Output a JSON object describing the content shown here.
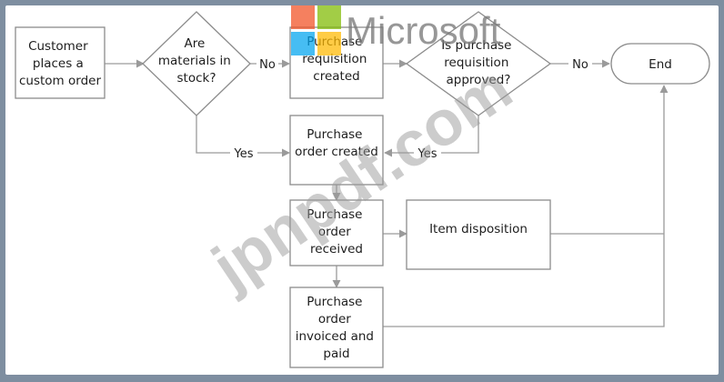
{
  "diagram": {
    "nodes": {
      "customer_order": [
        "Customer",
        "places a",
        "custom order"
      ],
      "materials_in_stock": [
        "Are",
        "materials in",
        "stock?"
      ],
      "purchase_requisition": [
        "Purchase",
        "requisition",
        "created"
      ],
      "requisition_approved": [
        "Is purchase",
        "requisition",
        "approved?"
      ],
      "end": [
        "End"
      ],
      "purchase_order_created": [
        "Purchase",
        "order created"
      ],
      "purchase_order_received": [
        "Purchase",
        "order",
        "received"
      ],
      "item_disposition": [
        "Item disposition"
      ],
      "invoiced_and_paid": [
        "Purchase",
        "order",
        "invoiced and",
        "paid"
      ]
    },
    "edge_labels": {
      "stock_no": "No",
      "approved_no": "No",
      "stock_yes": "Yes",
      "approved_yes": "Yes"
    }
  },
  "watermark": {
    "brand": "Microsoft",
    "site": "jpnpdf.com",
    "logo_colors": [
      "#f25022",
      "#7fba00",
      "#00a4ef",
      "#ffb900"
    ]
  },
  "colors": {
    "border": "#8c8c8c",
    "line": "#9a9a9a",
    "background": "#7e8ea0"
  }
}
